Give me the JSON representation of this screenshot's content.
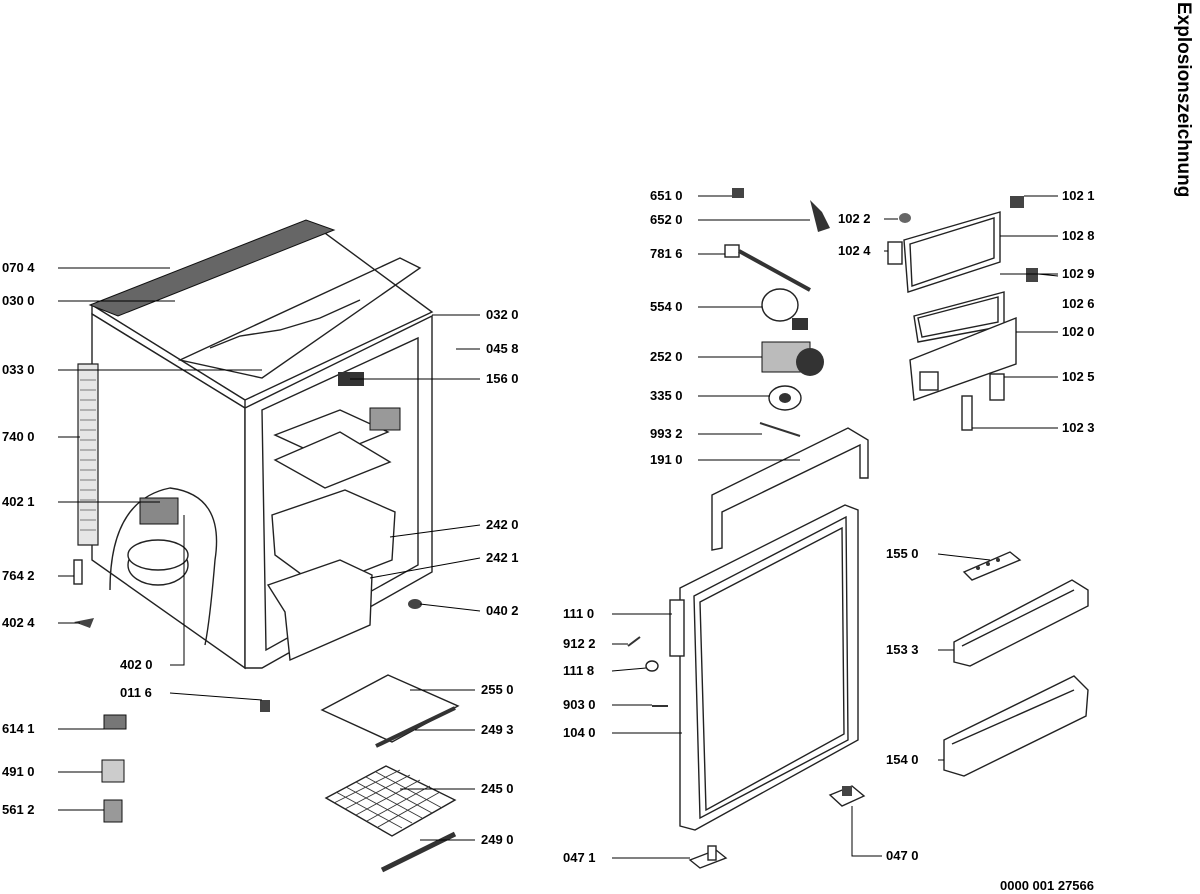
{
  "title": "Explosionszeichnung",
  "document_number": "0000 001 27566",
  "parts": [
    {
      "id": "p1",
      "label": "070 4"
    },
    {
      "id": "p2",
      "label": "030 0"
    },
    {
      "id": "p3",
      "label": "033 0"
    },
    {
      "id": "p4",
      "label": "740 0"
    },
    {
      "id": "p5",
      "label": "402 1"
    },
    {
      "id": "p6",
      "label": "764 2"
    },
    {
      "id": "p7",
      "label": "402 4"
    },
    {
      "id": "p8",
      "label": "402 0"
    },
    {
      "id": "p9",
      "label": "011 6"
    },
    {
      "id": "p10",
      "label": "614 1"
    },
    {
      "id": "p11",
      "label": "491 0"
    },
    {
      "id": "p12",
      "label": "561 2"
    },
    {
      "id": "p13",
      "label": "032 0"
    },
    {
      "id": "p14",
      "label": "045 8"
    },
    {
      "id": "p15",
      "label": "156 0"
    },
    {
      "id": "p16",
      "label": "242 0"
    },
    {
      "id": "p17",
      "label": "242 1"
    },
    {
      "id": "p18",
      "label": "040 2"
    },
    {
      "id": "p19",
      "label": "255 0"
    },
    {
      "id": "p20",
      "label": "249 3"
    },
    {
      "id": "p21",
      "label": "245 0"
    },
    {
      "id": "p22",
      "label": "249 0"
    },
    {
      "id": "p23",
      "label": "651 0"
    },
    {
      "id": "p24",
      "label": "652 0"
    },
    {
      "id": "p25",
      "label": "781 6"
    },
    {
      "id": "p26",
      "label": "554 0"
    },
    {
      "id": "p27",
      "label": "252 0"
    },
    {
      "id": "p28",
      "label": "335 0"
    },
    {
      "id": "p29",
      "label": "993 2"
    },
    {
      "id": "p30",
      "label": "191 0"
    },
    {
      "id": "p31",
      "label": "111 0"
    },
    {
      "id": "p32",
      "label": "912 2"
    },
    {
      "id": "p33",
      "label": "111 8"
    },
    {
      "id": "p34",
      "label": "903 0"
    },
    {
      "id": "p35",
      "label": "104 0"
    },
    {
      "id": "p36",
      "label": "047 1"
    },
    {
      "id": "p37",
      "label": "047 0"
    },
    {
      "id": "p38",
      "label": "102 2"
    },
    {
      "id": "p39",
      "label": "102 4"
    },
    {
      "id": "p40",
      "label": "102 1"
    },
    {
      "id": "p41",
      "label": "102 8"
    },
    {
      "id": "p42",
      "label": "102 9"
    },
    {
      "id": "p43",
      "label": "102 6"
    },
    {
      "id": "p44",
      "label": "102 0"
    },
    {
      "id": "p45",
      "label": "102 5"
    },
    {
      "id": "p46",
      "label": "102 3"
    },
    {
      "id": "p47",
      "label": "155 0"
    },
    {
      "id": "p48",
      "label": "153 3"
    },
    {
      "id": "p49",
      "label": "154 0"
    }
  ]
}
